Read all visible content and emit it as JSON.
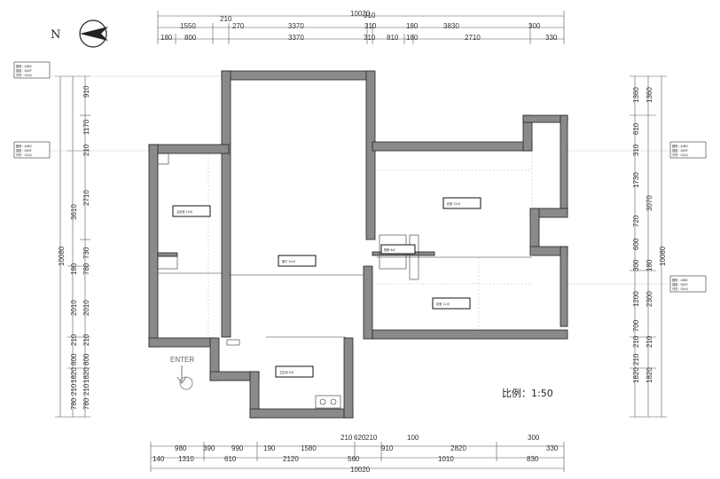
{
  "north_label": "N",
  "scale_text": "比例：1:50",
  "enter_text": "ENTER",
  "top_dims": {
    "total": "10020",
    "row1": [
      "1550",
      "270",
      "3370",
      "310",
      "180",
      "3830",
      "300"
    ],
    "row1_extra": [
      "210",
      "310"
    ],
    "row2": [
      "180",
      "800",
      "3370",
      "310",
      "810",
      "180",
      "2710",
      "330"
    ]
  },
  "bottom_dims": {
    "total": "10020",
    "row1": [
      "980",
      "390",
      "990",
      "190",
      "1580",
      "210",
      "620",
      "210",
      "100",
      "2820",
      "300"
    ],
    "row2": [
      "140",
      "1310",
      "610",
      "2120",
      "560",
      "910",
      "1010",
      "830",
      "330"
    ]
  },
  "left_dims": {
    "total": "10080",
    "outer": [
      "3610",
      "180",
      "2010",
      "210",
      "800",
      "1820",
      "210",
      "780"
    ],
    "inner": [
      "910",
      "1170",
      "210",
      "2710",
      "730",
      "780",
      "2010",
      "210",
      "800",
      "1820",
      "210",
      "780"
    ]
  },
  "right_dims": {
    "total": "10080",
    "outer": [
      "1360",
      "3070",
      "180",
      "2300",
      "210",
      "1820"
    ],
    "inner": [
      "1360",
      "610",
      "310",
      "1730",
      "720",
      "600",
      "300",
      "1200",
      "210",
      "700",
      "210",
      "1820"
    ]
  },
  "room_tags": [
    "主卧室 10㎡",
    "厨房 6㎡",
    "客厅 24㎡",
    "卧室 12㎡",
    "卧室 11㎡",
    "卫生间 5㎡"
  ],
  "legend_rows": [
    "图例：A/B/C",
    "插座：D/E/F",
    "开关：G/H/J"
  ]
}
